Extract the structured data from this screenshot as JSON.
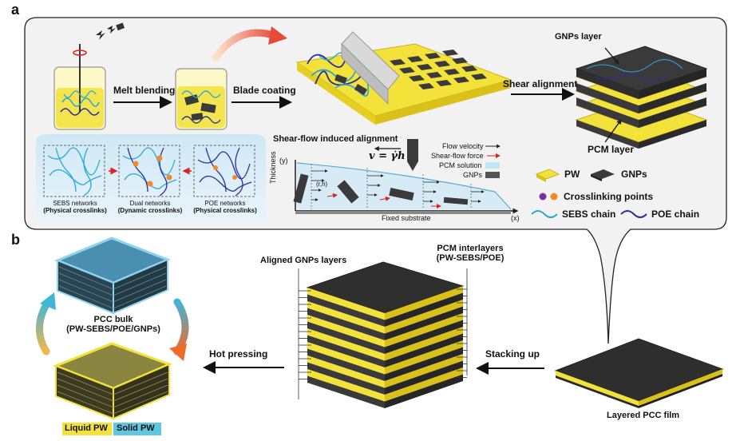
{
  "panel_a": {
    "letter": "a",
    "steps": {
      "melt_blending": "Melt blending",
      "blade_coating": "Blade coating",
      "shear_alignment": "Shear alignment"
    },
    "layers": {
      "gnps_layer": "GNPs layer",
      "pcm_layer": "PCM layer"
    },
    "networks": [
      {
        "line1": "SEBS networks",
        "line2": "(Physical crosslinks)"
      },
      {
        "line1": "Dual networks",
        "line2": "(Dynamic crosslinks)"
      },
      {
        "line1": "POE networks",
        "line2": "(Physical crosslinks)"
      }
    ],
    "shear_flow": {
      "title": "Shear-flow induced alignment",
      "equation": "v = γ̇h",
      "y_axis": "(y)",
      "x_axis": "(x)",
      "thickness_label": "Thickness",
      "substrate_label": "Fixed substrate",
      "point_label": "(r,h)",
      "legend": {
        "flow_velocity": "Flow velocity",
        "shear_force": "Shear-flow force",
        "pcm_solution": "PCM solution",
        "gnps": "GNPs"
      }
    },
    "legend": {
      "pw": "PW",
      "gnps": "GNPs",
      "crosslinking": "Crosslinking points",
      "sebs": "SEBS chain",
      "poe": "POE chain"
    }
  },
  "panel_b": {
    "letter": "b",
    "aligned_gnps_layers": "Aligned GNPs layers",
    "pcm_interlayers_line1": "PCM interlayers",
    "pcm_interlayers_line2": "(PW-SEBS/POE)",
    "stacking_up": "Stacking up",
    "hot_pressing": "Hot pressing",
    "pcc_bulk_line1": "PCC bulk",
    "pcc_bulk_line2": "(PW-SEBS/POE/GNPs)",
    "layered_film": "Layered PCC film",
    "liquid_pw": "Liquid PW",
    "solid_pw": "Solid PW"
  },
  "colors": {
    "pw_yellow": "#f2e23a",
    "gnp_dark": "#3a3a3a",
    "solution_blue": "#bfe6f5",
    "sebs_cyan": "#2aa7d9",
    "poe_navy": "#2a2f9e",
    "crosslink_purple": "#7a2fa0",
    "crosslink_orange": "#f08a2a",
    "force_red": "#e02020",
    "arrow_gradient_start": "#f7c9a0",
    "arrow_gradient_end": "#e84a3a"
  }
}
